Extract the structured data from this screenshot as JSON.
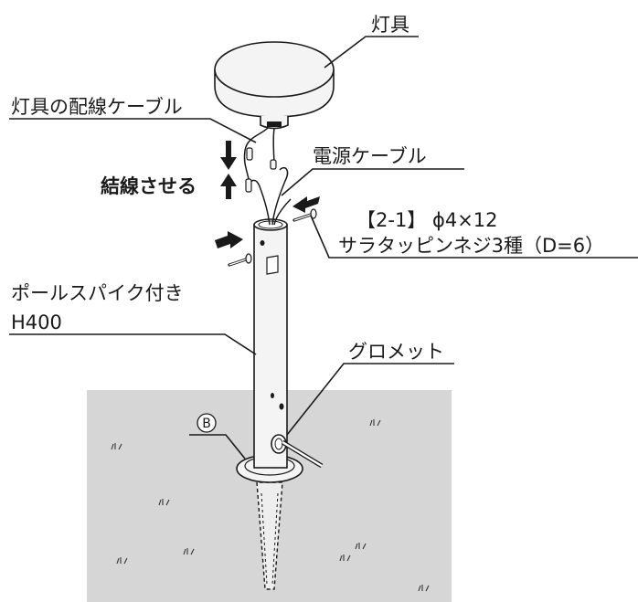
{
  "labels": {
    "lamp": "灯具",
    "lamp_cable": "灯具の配線ケーブル",
    "power_cable": "電源ケーブル",
    "connect": "結線させる",
    "screw_line1": "【2-1】 ϕ4×12",
    "screw_line2": "サラタッピンネジ3種（D=6）",
    "pole_line1": "ポールスパイク付き",
    "pole_line2": "H400",
    "grommet": "グロメット",
    "marker_b": "B"
  },
  "colors": {
    "ground": "#d6d6d6",
    "ink": "#1a1a1a",
    "metal": "#f4f4f4"
  }
}
